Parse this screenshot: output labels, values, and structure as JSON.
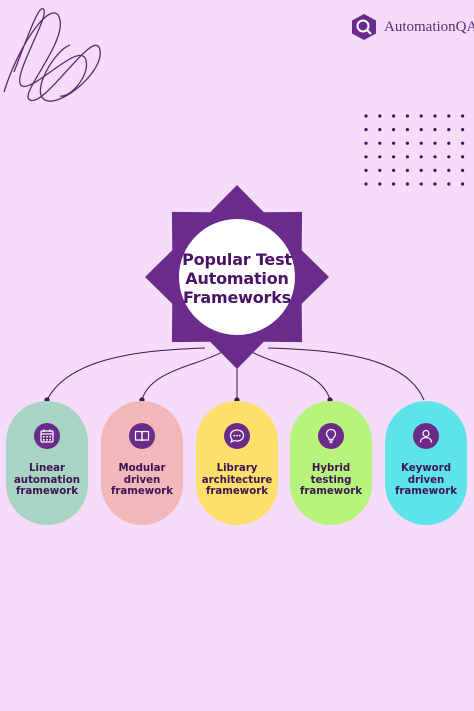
{
  "brand": {
    "name": "AutomationQA",
    "icon": "magnifier-logo-icon",
    "color": "#6a2b8a"
  },
  "title": {
    "line1": "Popular Test",
    "line2": "Automation",
    "line3": "Frameworks"
  },
  "frameworks": [
    {
      "label": "Linear automation framework",
      "icon": "calendar-icon",
      "color": "#a9d3c3"
    },
    {
      "label": "Modular driven framework",
      "icon": "book-icon",
      "color": "#f2b8b9"
    },
    {
      "label": "Library architecture framework",
      "icon": "chat-bubble-icon",
      "color": "#fde06a"
    },
    {
      "label": "Hybrid testing framework",
      "icon": "lightbulb-icon",
      "color": "#b6f47c"
    },
    {
      "label": "Keyword driven framework",
      "icon": "person-icon",
      "color": "#5fe3ea"
    }
  ],
  "colors": {
    "background": "#f5dcf8",
    "accent": "#6a2b8a",
    "text": "#3d1352"
  }
}
